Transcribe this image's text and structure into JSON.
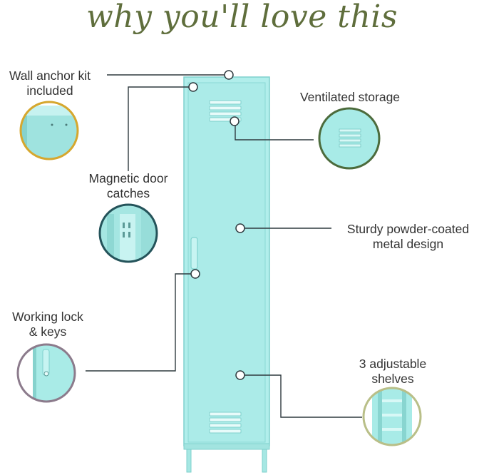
{
  "headline": "why you'll love this",
  "colors": {
    "headline": "#5f6e3c",
    "locker": "#a9ece9",
    "locker_outline": "#7fd1cd",
    "leader_line": "#2f3a3f",
    "ring_gold": "#d6a72e",
    "ring_green": "#4c6b3c",
    "ring_teal": "#24535a",
    "ring_mauve": "#8c7b8c",
    "ring_olive": "#b9bf88"
  },
  "features": [
    {
      "name": "wall-anchor",
      "label": "Wall anchor kit\nincluded",
      "ring_color": "#d6a72e"
    },
    {
      "name": "ventilated",
      "label": "Ventilated storage",
      "ring_color": "#4c6b3c"
    },
    {
      "name": "magnetic",
      "label": "Magnetic door\ncatches",
      "ring_color": "#24535a"
    },
    {
      "name": "powder-coated",
      "label": "Sturdy powder-coated\nmetal design",
      "ring_color": ""
    },
    {
      "name": "lock",
      "label": "Working lock\n& keys",
      "ring_color": "#8c7b8c"
    },
    {
      "name": "shelves",
      "label": "3 adjustable\nshelves",
      "ring_color": "#b9bf88"
    }
  ]
}
